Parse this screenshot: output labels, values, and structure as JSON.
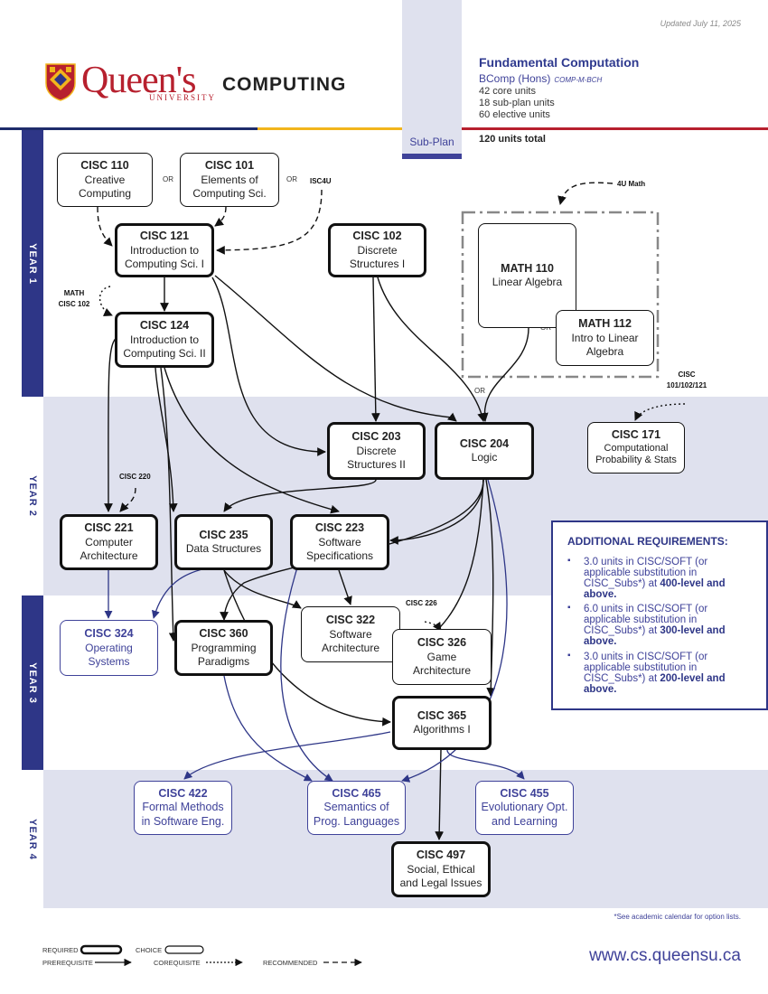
{
  "updated": "Updated July 11, 2025",
  "logo": {
    "word": "Queen's",
    "univ": "UNIVERSITY",
    "dept": "COMPUTING"
  },
  "sub_plan_label": "Sub-Plan",
  "program": {
    "title": "Fundamental Computation",
    "degree": "BComp (Hons)",
    "code": "COMP-M-BCH",
    "lines": [
      "42 core units",
      "18 sub-plan units",
      "60 elective units"
    ],
    "total": "120 units total"
  },
  "years": [
    "YEAR 1",
    "YEAR 2",
    "YEAR 3",
    "YEAR 4"
  ],
  "courses": {
    "cisc110": {
      "code": "CISC 110",
      "l1": "Creative",
      "l2": "Computing"
    },
    "cisc101": {
      "code": "CISC 101",
      "l1": "Elements of",
      "l2": "Computing Sci."
    },
    "cisc121": {
      "code": "CISC 121",
      "l1": "Introduction to",
      "l2": "Computing Sci. I"
    },
    "cisc102": {
      "code": "CISC 102",
      "l1": "Discrete",
      "l2": "Structures I"
    },
    "math110": {
      "code": "MATH 110",
      "l1": "Linear Algebra"
    },
    "math112": {
      "code": "MATH 112",
      "l1": "Intro to Linear",
      "l2": "Algebra"
    },
    "cisc124": {
      "code": "CISC 124",
      "l1": "Introduction to",
      "l2": "Computing Sci. II"
    },
    "cisc203": {
      "code": "CISC 203",
      "l1": "Discrete",
      "l2": "Structures II"
    },
    "cisc204": {
      "code": "CISC 204",
      "l1": "Logic"
    },
    "cisc171": {
      "code": "CISC 171",
      "l1": "Computational",
      "l2": "Probability & Stats"
    },
    "cisc221": {
      "code": "CISC 221",
      "l1": "Computer",
      "l2": "Architecture"
    },
    "cisc235": {
      "code": "CISC 235",
      "l1": "Data Structures"
    },
    "cisc223": {
      "code": "CISC 223",
      "l1": "Software",
      "l2": "Specifications"
    },
    "cisc324": {
      "code": "CISC 324",
      "l1": "Operating",
      "l2": "Systems"
    },
    "cisc360": {
      "code": "CISC 360",
      "l1": "Programming",
      "l2": "Paradigms"
    },
    "cisc322": {
      "code": "CISC 322",
      "l1": "Software",
      "l2": "Architecture"
    },
    "cisc326": {
      "code": "CISC 326",
      "l1": "Game",
      "l2": "Architecture"
    },
    "cisc365": {
      "code": "CISC 365",
      "l1": "Algorithms I"
    },
    "cisc422": {
      "code": "CISC 422",
      "l1": "Formal Methods",
      "l2": "in Software Eng."
    },
    "cisc465": {
      "code": "CISC 465",
      "l1": "Semantics of",
      "l2": "Prog. Languages"
    },
    "cisc455": {
      "code": "CISC 455",
      "l1": "Evolutionary Opt.",
      "l2": "and Learning"
    },
    "cisc497": {
      "code": "CISC 497",
      "l1": "Social, Ethical",
      "l2": "and Legal Issues"
    }
  },
  "notes": {
    "isc4u": "ISC4U",
    "math4u": "4U Math",
    "math_l1": "MATH",
    "math_l2": "CISC 102",
    "cisc220": "CISC 220",
    "cisc_multi_l1": "CISC",
    "cisc_multi_l2": "101/102/121",
    "cisc226": "CISC 226",
    "or": "OR"
  },
  "additional": {
    "title": "ADDITIONAL REQUIREMENTS:",
    "items": [
      {
        "pre": "3.0 units in CISC/SOFT (or applicable substitution in CISC_Subs*) at ",
        "bold": "400-level and above."
      },
      {
        "pre": "6.0 units in CISC/SOFT (or applicable substitution  in CISC_Subs*) at ",
        "bold": "300-level and above."
      },
      {
        "pre": "3.0 units in CISC/SOFT (or applicable substitution  in CISC_Subs*) at ",
        "bold": "200-level and above."
      }
    ]
  },
  "footnote": "*See academic calendar for option lists.",
  "website": "www.cs.queensu.ca",
  "legend": {
    "required": "REQUIRED",
    "choice": "CHOICE",
    "prerequisite": "PREREQUISITE",
    "corequisite": "COREQUISITE",
    "recommended": "RECOMMENDED"
  },
  "colors": {
    "navy": "#2e3687",
    "band": "#dfe1ee",
    "red": "#b7202e",
    "gold": "#f2b51c"
  }
}
